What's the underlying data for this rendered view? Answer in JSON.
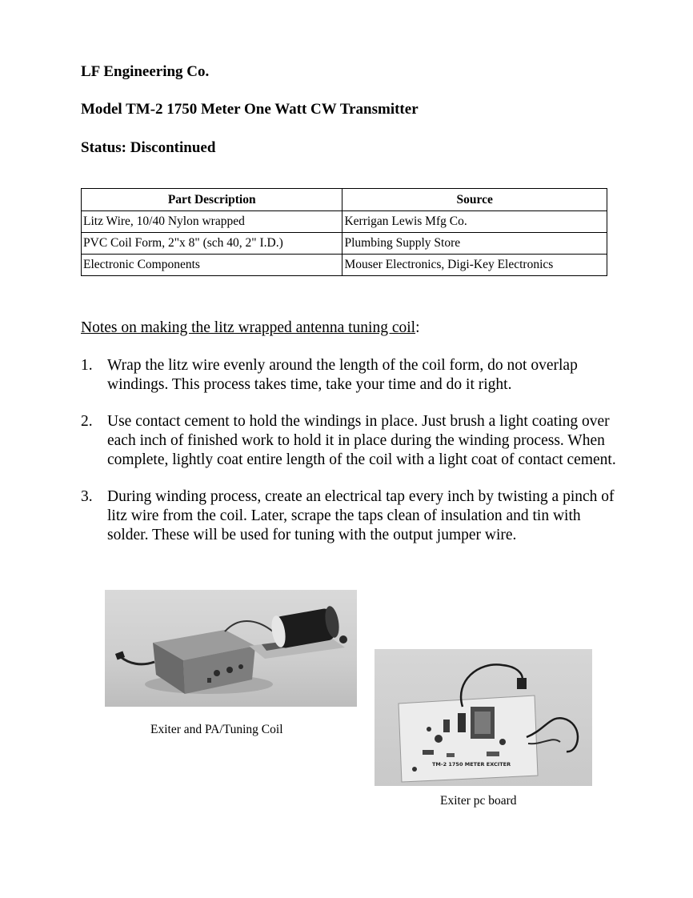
{
  "header": {
    "company": "LF Engineering Co.",
    "model": "Model TM-2 1750 Meter One Watt CW Transmitter",
    "status": "Status: Discontinued"
  },
  "parts_table": {
    "headers": [
      "Part Description",
      "Source"
    ],
    "rows": [
      [
        "Litz Wire, 10/40 Nylon wrapped",
        "Kerrigan Lewis Mfg Co."
      ],
      [
        "PVC Coil Form, 2\"x 8\"  (sch 40, 2\" I.D.)",
        "Plumbing Supply Store"
      ],
      [
        "Electronic Components",
        "Mouser Electronics,  Digi-Key Electronics"
      ]
    ]
  },
  "notes": {
    "title": "Notes on making the litz wrapped antenna tuning coil",
    "title_suffix": ":",
    "steps": [
      {
        "number": "1.",
        "text": "Wrap the litz wire evenly around the length of the coil form, do not overlap windings. This process takes time, take your time and do it right."
      },
      {
        "number": "2.",
        "text": "Use contact cement to hold the windings in place. Just brush a light coating over each inch of finished work to hold it in place during the winding process. When complete, lightly coat entire length of the coil with a light coat of contact cement."
      },
      {
        "number": "3.",
        "text": "During winding process, create an electrical tap every inch by twisting a pinch of litz wire from the coil. Later, scrape the taps clean of insulation and tin with solder. These will be used for tuning with the output jumper wire."
      }
    ]
  },
  "figures": {
    "photo1_caption": "Exiter and PA/Tuning Coil",
    "photo2_caption": "Exiter pc board",
    "board_silkscreen": "TM-2 1750 METER EXCITER"
  }
}
